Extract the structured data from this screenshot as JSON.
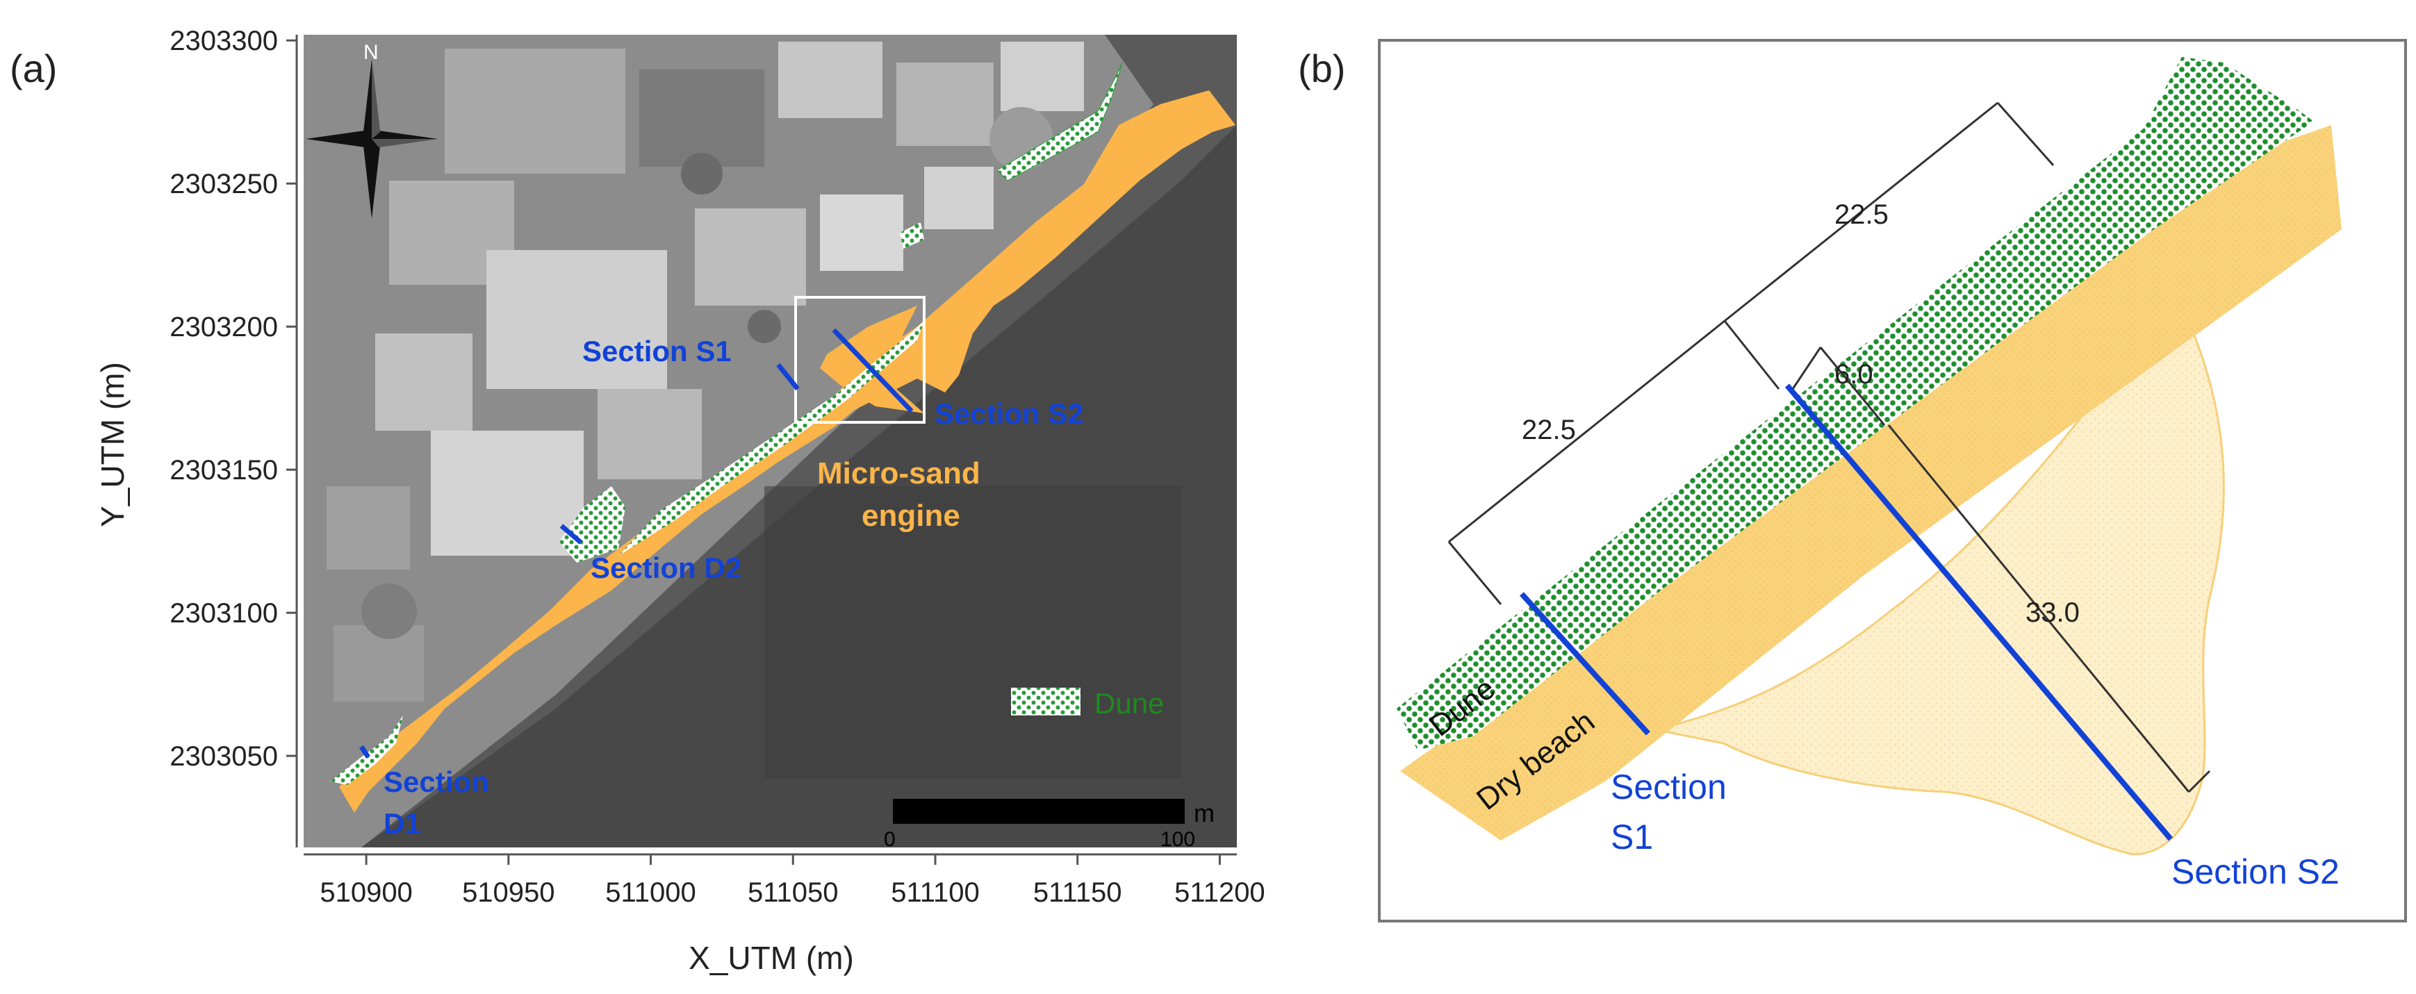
{
  "panel_a": {
    "label": "(a)",
    "x_axis": {
      "label": "X_UTM (m)",
      "ticks": [
        "510900",
        "510950",
        "511000",
        "511050",
        "511100",
        "511150",
        "511200"
      ],
      "values": [
        510900,
        510950,
        511000,
        511050,
        511100,
        511150,
        511200
      ],
      "range": [
        510878,
        511206
      ]
    },
    "y_axis": {
      "label": "Y_UTM (m)",
      "ticks": [
        "2303300",
        "2303250",
        "2303200",
        "2303150",
        "2303100",
        "2303050"
      ],
      "values": [
        2303300,
        2303250,
        2303200,
        2303150,
        2303100,
        2303050
      ],
      "range": [
        2303018,
        2303302
      ]
    },
    "north_label": "N",
    "labels": {
      "section_s1": "Section S1",
      "section_s2": "Section S2",
      "section_d2": "Section D2",
      "section_d1_line1": "Section",
      "section_d1_line2": "D1",
      "micro_sand_line1": "Micro-sand",
      "micro_sand_line2": "engine"
    },
    "legend": {
      "dune": "Dune"
    },
    "scale_bar": {
      "unit": "m",
      "start": "0",
      "end": "100"
    },
    "colors": {
      "beach": "#fbb54a",
      "dune": "#2a9a3a",
      "section": "#1242d6",
      "legend_text": "#1e8a1e"
    }
  },
  "panel_b": {
    "label": "(b)",
    "dimensions": {
      "upper": "22.5",
      "lower": "22.5",
      "dune_width": "6.0",
      "s2_length": "33.0"
    },
    "labels": {
      "dune": "Dune",
      "dry_beach": "Dry beach",
      "section_s1_line1": "Section",
      "section_s1_line2": "S1",
      "section_s2": "Section S2"
    },
    "colors": {
      "dune": "#1f8f2e",
      "dry_beach": "#f9d27a",
      "fan": "#fdefc9",
      "section": "#1242d6"
    }
  }
}
